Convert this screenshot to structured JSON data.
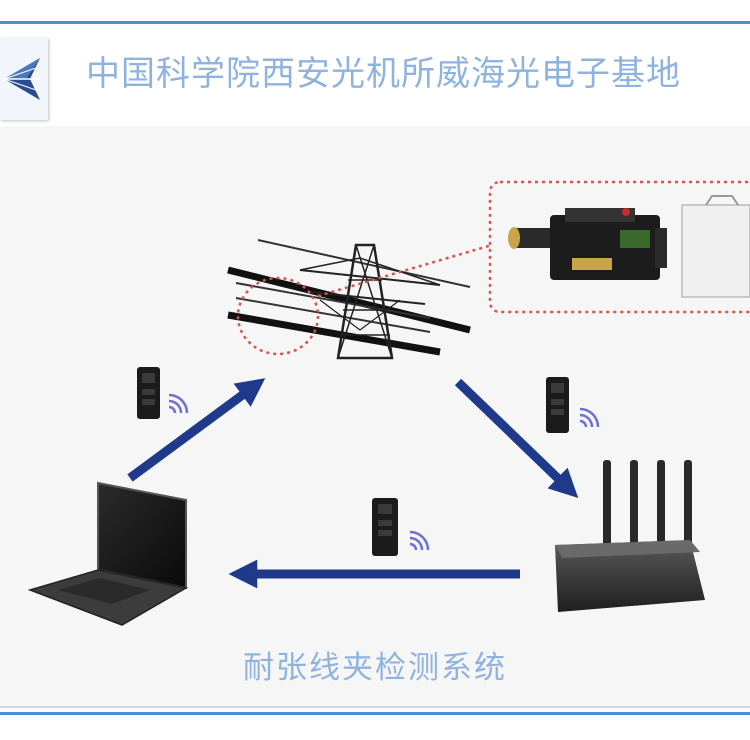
{
  "header": {
    "title": "中国科学院西安光机所威海光电子基地"
  },
  "caption": "耐张线夹检测系统",
  "colors": {
    "title_blue": "#8fb3df",
    "rule_blue": "#4a90d0",
    "arrow_navy": "#1f3a8a",
    "dotted_red": "#d9534f"
  },
  "icons": {
    "logo": "institute-logo",
    "tower": "transmission-tower",
    "inspector": "x-ray-inspection-device",
    "detector": "flat-panel-detector",
    "router": "wireless-router",
    "laptop": "laptop",
    "transmitter": "wireless-transmitter"
  }
}
